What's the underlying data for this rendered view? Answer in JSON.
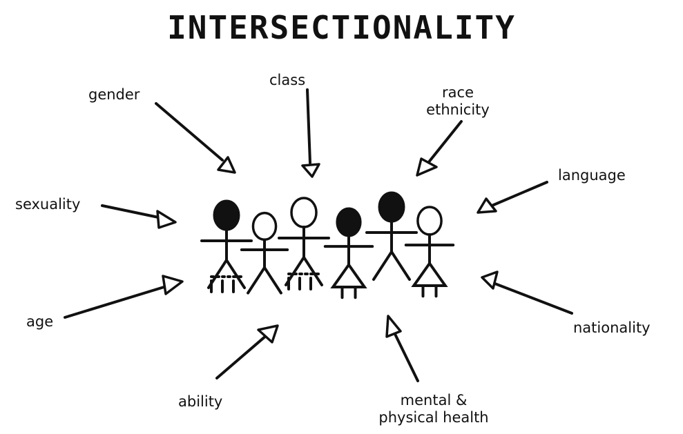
{
  "title": "INTERSECTIONALITY",
  "labels": {
    "gender": "gender",
    "class": "class",
    "race_ethnicity": [
      "race",
      "ethnicity"
    ],
    "language": "language",
    "sexuality": "sexuality",
    "age": "age",
    "ability": "ability",
    "mental_physical_health": [
      "mental &",
      "physical health"
    ],
    "nationality": "nationality"
  },
  "figures": [
    {
      "head": "dark",
      "lower": "legs-dotted"
    },
    {
      "head": "light",
      "lower": "legs"
    },
    {
      "head": "light",
      "lower": "legs-dotted"
    },
    {
      "head": "dark",
      "lower": "skirt"
    },
    {
      "head": "dark",
      "lower": "legs"
    },
    {
      "head": "light",
      "lower": "skirt"
    }
  ],
  "colors": {
    "ink": "#111111",
    "background": "#ffffff"
  }
}
